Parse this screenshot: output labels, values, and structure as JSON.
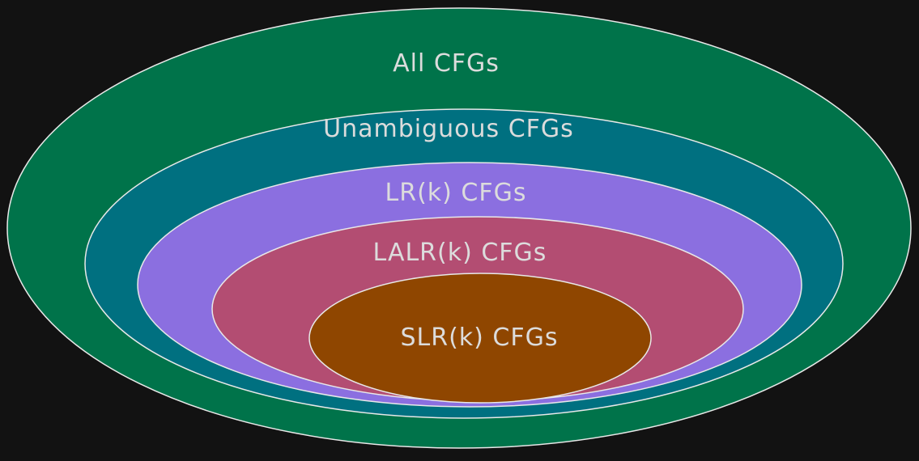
{
  "diagram": {
    "background": "#121212",
    "outline_color": "#e8e8e8",
    "text_color": "#dcdcdc",
    "sets": [
      {
        "label": "All CFGs",
        "color": "#00734a"
      },
      {
        "label": "Unambiguous CFGs",
        "color": "#007080"
      },
      {
        "label": "LR(k) CFGs",
        "color": "#8b6fe0"
      },
      {
        "label": "LALR(k) CFGs",
        "color": "#b34d72"
      },
      {
        "label": "SLR(k) CFGs",
        "color": "#8f4600"
      }
    ]
  }
}
